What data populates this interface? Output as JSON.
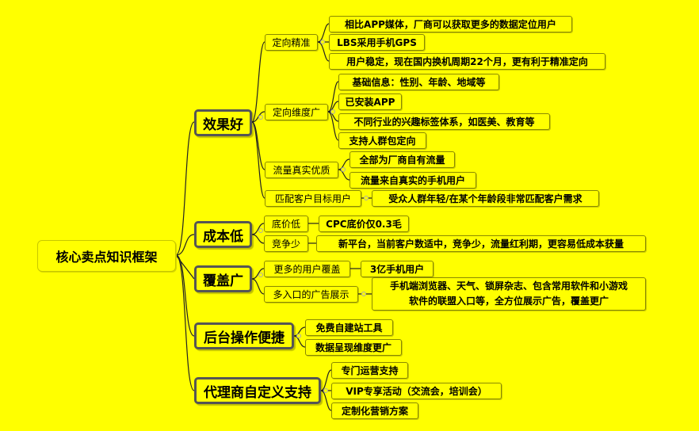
{
  "root": {
    "label": "核心卖点知识框架"
  },
  "branches": [
    {
      "label": "效果好",
      "groups": [
        {
          "label": "定向精准",
          "items": [
            "相比APP媒体，厂商可以获取更多的数据定位用户",
            "LBS采用手机GPS",
            "用户稳定，现在国内换机周期22个月，更有利于精准定向"
          ]
        },
        {
          "label": "定向维度广",
          "items": [
            "基础信息：性别、年龄、地域等",
            "已安装APP",
            "不同行业的兴趣标签体系，如医美、教育等",
            "支持人群包定向"
          ]
        },
        {
          "label": "流量真实优质",
          "items": [
            "全部为厂商自有流量",
            "流量来自真实的手机用户"
          ]
        },
        {
          "label": "匹配客户目标用户",
          "items": [
            "受众人群年轻/在某个年龄段非常匹配客户需求"
          ]
        }
      ]
    },
    {
      "label": "成本低",
      "groups": [
        {
          "label": "底价低",
          "items": [
            "CPC底价仅0.3毛"
          ]
        },
        {
          "label": "竞争少",
          "items": [
            "新平台，当前客户数适中，竞争少，流量红利期，更容易低成本获量"
          ]
        }
      ]
    },
    {
      "label": "覆盖广",
      "groups": [
        {
          "label": "更多的用户覆盖",
          "items": [
            "3亿手机用户"
          ]
        },
        {
          "label": "多入口的广告展示",
          "items": [
            [
              "手机端浏览器、天气、锁屏杂志、包含常用软件和小游戏",
              "软件的联盟入口等，全方位展示广告，覆盖更广"
            ]
          ]
        }
      ]
    },
    {
      "label": "后台操作便捷",
      "groups": [],
      "items": [
        "免费自建站工具",
        "数据呈现维度更广"
      ]
    },
    {
      "label": "代理商自定义支持",
      "groups": [],
      "items": [
        "专门运营支持",
        "VIP专享活动（交流会，培训会）",
        "定制化营销方案"
      ]
    }
  ]
}
